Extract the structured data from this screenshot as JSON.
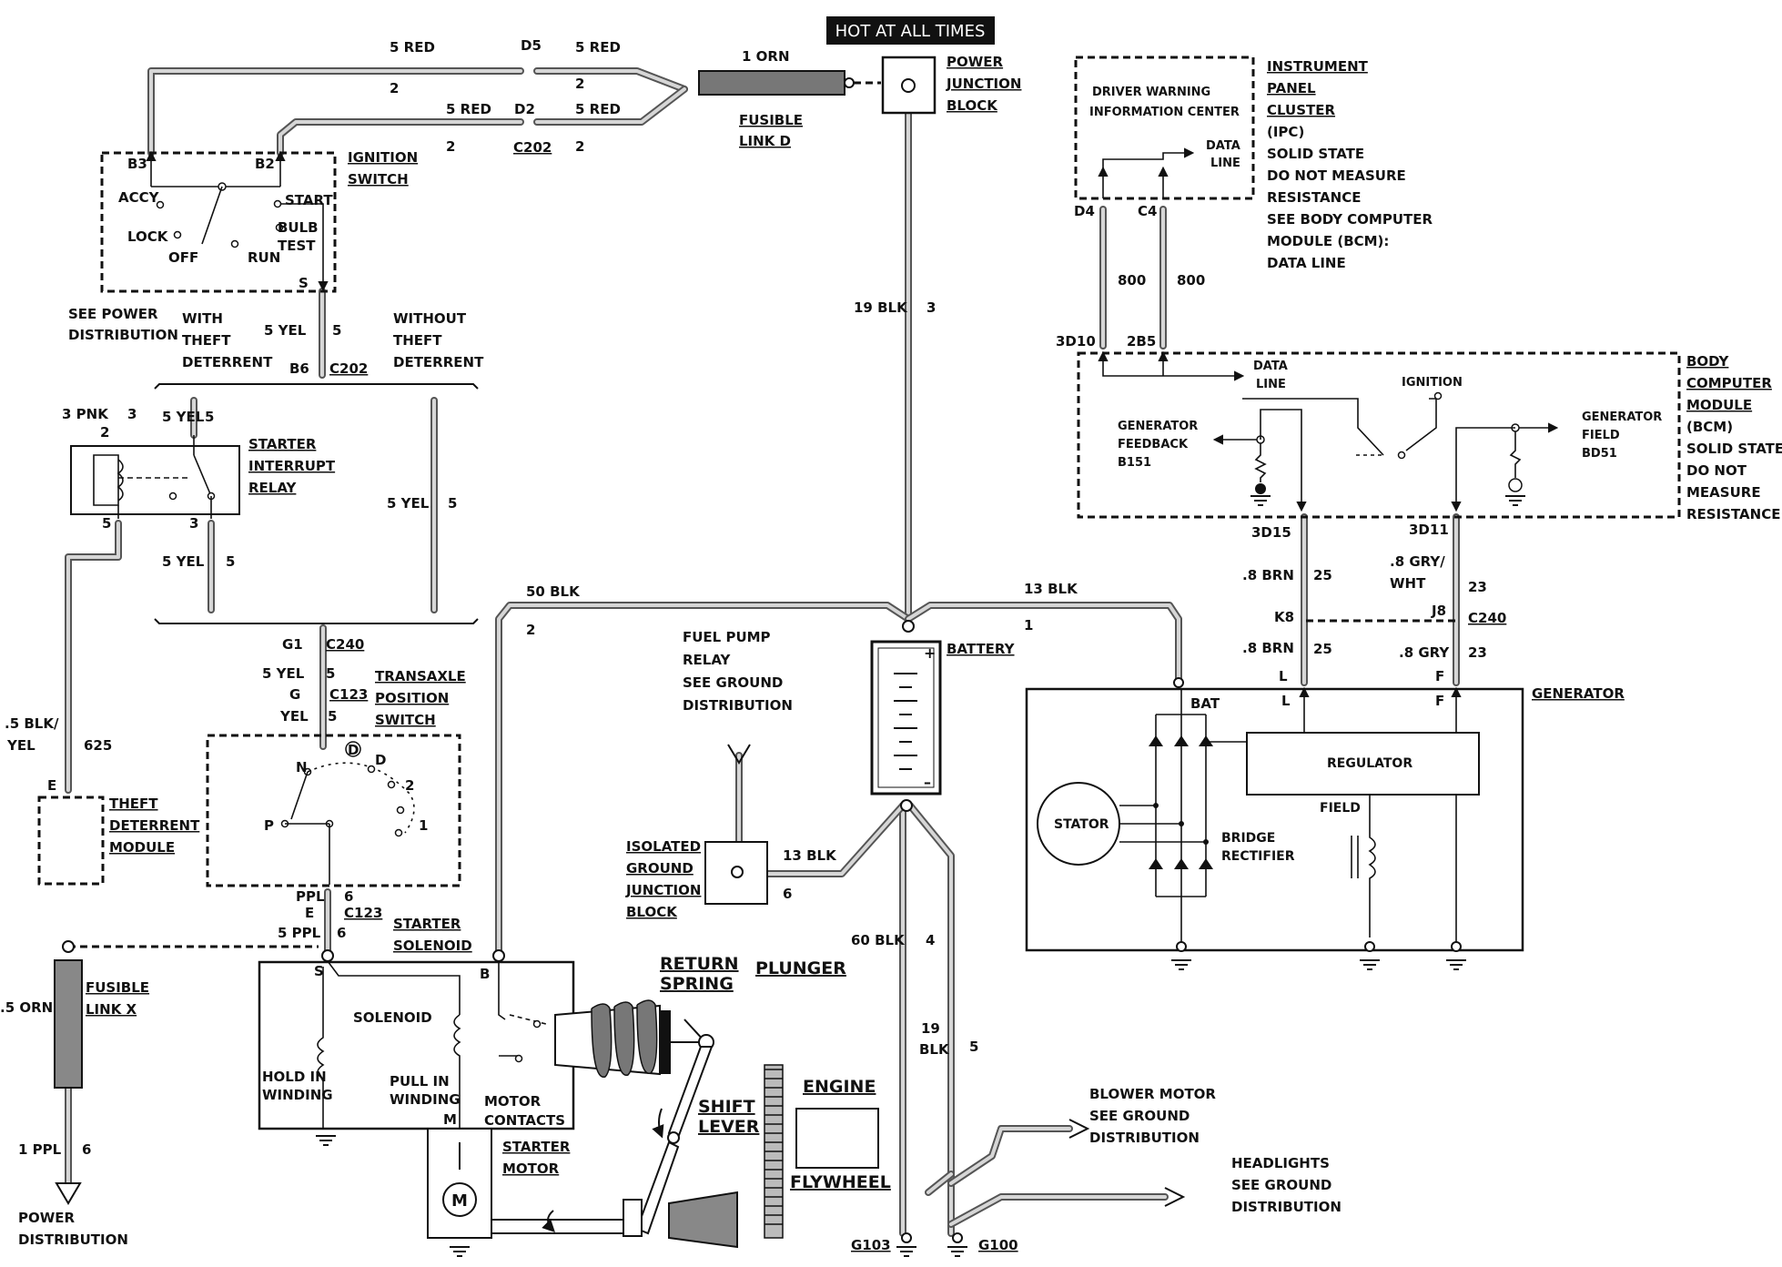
{
  "banner": "HOT AT ALL TIMES",
  "power_junction": [
    "POWER",
    "JUNCTION",
    "BLOCK"
  ],
  "fusible_link_d": {
    "wire": "1 ORN",
    "label": [
      "FUSIBLE",
      "LINK D"
    ]
  },
  "top_wires": {
    "w1_left": "5 RED",
    "w1_right": "5 RED",
    "w1_pin": "D5",
    "w1_num_left": "2",
    "w1_num_right": "2",
    "w2_left": "5 RED",
    "w2_right": "5 RED",
    "w2_pin": "D2",
    "w2_conn": "C202",
    "w2_num_left": "2",
    "w2_num_right": "2"
  },
  "ignition_switch": {
    "title": [
      "IGNITION",
      "SWITCH"
    ],
    "b3": "B3",
    "b2": "B2",
    "accy": "ACCY",
    "start": "START",
    "lock": "LOCK",
    "off": "OFF",
    "run": "RUN",
    "bulb": "BULB",
    "test": "TEST",
    "s": "S"
  },
  "theft_section": {
    "see_power": [
      "SEE POWER",
      "DISTRIBUTION"
    ],
    "with": [
      "WITH",
      "THEFT",
      "DETERRENT"
    ],
    "without": [
      "WITHOUT",
      "THEFT",
      "DETERRENT"
    ],
    "yel_wire": "5 YEL",
    "yel_num": "5",
    "b6": "B6",
    "c202": "C202",
    "pnk": "3 PNK",
    "pnk_num": "3",
    "yel2": "5 YEL",
    "yel2_num": "5",
    "pin2": "2",
    "pin5": "5",
    "pin3": "3",
    "yel3": "5 YEL",
    "yel3_num": "5",
    "yel4": "5 YEL",
    "yel4_num": "5"
  },
  "starter_interrupt_relay": [
    "STARTER",
    "INTERRUPT",
    "RELAY"
  ],
  "c240_left": {
    "g1": "G1",
    "conn": "C240",
    "yel": "5 YEL",
    "yel_num": "5",
    "g": "G",
    "conn2": "C123",
    "yel2": "YEL",
    "yel2_num": "5"
  },
  "transaxle": {
    "title": [
      "TRANSAXLE",
      "POSITION",
      "SWITCH"
    ],
    "n": "N",
    "d_circle": "D",
    "d": "D",
    "two": "2",
    "one": "1",
    "p": "P"
  },
  "theft_module": {
    "wire": ".5 BLK/",
    "wire2": "YEL",
    "num": "625",
    "pin": "E",
    "label": [
      "THEFT",
      "DETERRENT",
      "MODULE"
    ]
  },
  "solenoid_feed": {
    "ppl": "PPL",
    "num6": "6",
    "e": "E",
    "conn": "C123",
    "ppl2": "5 PPL",
    "num6b": "6"
  },
  "starter_solenoid": {
    "title": [
      "STARTER",
      "SOLENOID"
    ],
    "s": "S",
    "b": "B",
    "solenoid": "SOLENOID",
    "hold": [
      "HOLD IN",
      "WINDING"
    ],
    "pull": [
      "PULL IN",
      "WINDING"
    ],
    "motor": [
      "MOTOR",
      "CONTACTS"
    ],
    "m": "M"
  },
  "mechanical": {
    "return": [
      "RETURN",
      "SPRING"
    ],
    "plunger": "PLUNGER",
    "shift": [
      "SHIFT",
      "LEVER"
    ],
    "engine": "ENGINE",
    "flywheel": "FLYWHEEL",
    "starter_motor": [
      "STARTER",
      "MOTOR"
    ],
    "motor_m": "M"
  },
  "fusible_link_x": {
    "wire": ".5 ORN",
    "label": [
      "FUSIBLE",
      "LINK X"
    ],
    "ppl": "1 PPL",
    "num": "6",
    "dest": [
      "POWER",
      "DISTRIBUTION"
    ]
  },
  "main_wires": {
    "blk19": "19 BLK",
    "blk19_num": "3",
    "blk50": "50 BLK",
    "blk50_num": "2",
    "blk13": "13 BLK",
    "blk13_num": "1"
  },
  "battery": "BATTERY",
  "fuel_pump": [
    "FUEL PUMP",
    "RELAY",
    "SEE GROUND",
    "DISTRIBUTION"
  ],
  "isolated_block": {
    "label": [
      "ISOLATED",
      "GROUND",
      "JUNCTION",
      "BLOCK"
    ],
    "wire": "13 BLK",
    "num": "6"
  },
  "ground_wires": {
    "blk60": "60 BLK",
    "blk60_num": "4",
    "blk19": "19",
    "blk19b": "BLK",
    "blk19_num": "5",
    "g103": "G103",
    "g100": "G100"
  },
  "blower": [
    "BLOWER MOTOR",
    "SEE GROUND",
    "DISTRIBUTION"
  ],
  "headlights": [
    "HEADLIGHTS",
    "SEE GROUND",
    "DISTRIBUTION"
  ],
  "ipc": {
    "inner": [
      "DRIVER WARNING",
      "INFORMATION CENTER"
    ],
    "data_line": [
      "DATA",
      "LINE"
    ],
    "title": [
      "INSTRUMENT",
      "PANEL",
      "CLUSTER"
    ],
    "notes": [
      "(IPC)",
      "SOLID STATE",
      "DO NOT MEASURE",
      "RESISTANCE",
      "SEE BODY COMPUTER",
      "MODULE (BCM):",
      "DATA LINE"
    ],
    "d4": "D4",
    "c4": "C4",
    "w800a": "800",
    "w800b": "800",
    "d10": "3D10",
    "b5": "2B5"
  },
  "bcm": {
    "data_line": [
      "DATA",
      "LINE"
    ],
    "ignition": "IGNITION",
    "feedback": [
      "GENERATOR",
      "FEEDBACK",
      "B151"
    ],
    "field": [
      "GENERATOR",
      "FIELD",
      "BD51"
    ],
    "title": [
      "BODY",
      "COMPUTER",
      "MODULE"
    ],
    "notes": [
      "(BCM)",
      "SOLID STATE",
      "DO NOT",
      "MEASURE",
      "RESISTANCE"
    ],
    "d15": "3D15",
    "d11": "3D11"
  },
  "gen_wires": {
    "brn1": ".8 BRN",
    "brn1_num": "25",
    "gry1": ".8 GRY/",
    "gry1b": "WHT",
    "gry1_num": "23",
    "k8": "K8",
    "j8": "J8",
    "conn": "C240",
    "brn2": ".8 BRN",
    "brn2_num": "25",
    "gry2": ".8 GRY",
    "gry2_num": "23",
    "l": "L",
    "f": "F"
  },
  "generator": {
    "title": "GENERATOR",
    "bat": "BAT",
    "l": "L",
    "f": "F",
    "regulator": "REGULATOR",
    "stator": "STATOR",
    "field": "FIELD",
    "bridge": [
      "BRIDGE",
      "RECTIFIER"
    ]
  }
}
